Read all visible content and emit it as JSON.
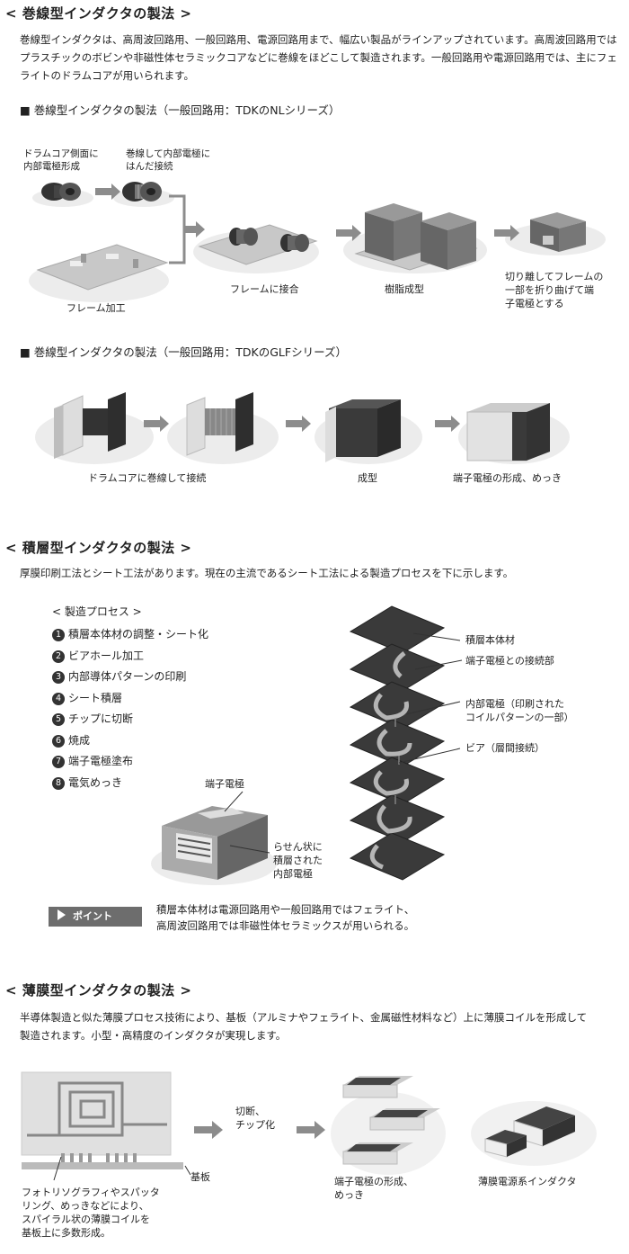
{
  "section1": {
    "heading": "< 巻線型インダクタの製法 >",
    "intro": "巻線型インダクタは、高周波回路用、一般回路用、電源回路用まで、幅広い製品がラインアップされています。高周波回路用ではプラスチックのボビンや非磁性体セラミックコアなどに巻線をほどこして製造されます。一般回路用や電源回路用では、主にフェライトのドラムコアが用いられます。",
    "nl": {
      "title": "■ 巻線型インダクタの製法（一般回路用：TDKのNLシリーズ）",
      "label_drum": "ドラムコア側面に\n内部電極形成",
      "label_wind": "巻線して内部電極に\nはんだ接続",
      "label_frame": "フレーム加工",
      "label_join": "フレームに接合",
      "label_mold": "樹脂成型",
      "label_cut": "切り離してフレームの\n一部を折り曲げて端\n子電極とする"
    },
    "glf": {
      "title": "■ 巻線型インダクタの製法（一般回路用：TDKのGLFシリーズ）",
      "label_wind": "ドラムコアに巻線して接続",
      "label_mold": "成型",
      "label_term": "端子電極の形成、めっき"
    }
  },
  "section2": {
    "heading": "< 積層型インダクタの製法 >",
    "intro": "厚膜印刷工法とシート工法があります。現在の主流であるシート工法による製造プロセスを下に示します。",
    "process_title": "< 製造プロセス >",
    "steps": [
      {
        "num": "1",
        "text": "積層本体材の調整・シート化"
      },
      {
        "num": "2",
        "text": "ビアホール加工"
      },
      {
        "num": "3",
        "text": "内部導体パターンの印刷"
      },
      {
        "num": "4",
        "text": "シート積層"
      },
      {
        "num": "5",
        "text": "チップに切断"
      },
      {
        "num": "6",
        "text": "焼成"
      },
      {
        "num": "7",
        "text": "端子電極塗布"
      },
      {
        "num": "8",
        "text": "電気めっき"
      }
    ],
    "label_terminal": "端子電極",
    "label_spiral": "らせん状に\n積層された\n内部電極",
    "label_body": "積層本体材",
    "label_conn": "端子電極との接続部",
    "label_inner": "内部電極（印刷された\nコイルパターンの一部）",
    "label_via": "ビア（層間接続）",
    "point_label": "ポイント",
    "point_text": "積層本体材は電源回路用や一般回路用ではフェライト、\n高周波回路用では非磁性体セラミックスが用いられる。"
  },
  "section3": {
    "heading": "< 薄膜型インダクタの製法 >",
    "intro": "半導体製造と似た薄膜プロセス技術により、基板（アルミナやフェライト、金属磁性材料など）上に薄膜コイルを形成して製造されます。小型・高精度のインダクタが実現します。",
    "label_cut": "切断、\nチップ化",
    "label_substrate": "基板",
    "label_photo": "フォトリソグラフィやスパッタ\nリング、めっきなどにより、\nスパイラル状の薄膜コイルを\n基板上に多数形成。",
    "label_term": "端子電極の形成、\nめっき",
    "label_product": "薄膜電源系インダクタ"
  },
  "colors": {
    "text": "#222222",
    "arrow": "#8c8c8c",
    "frame": "#c8c8c8",
    "dark_block": "#555555",
    "shadow": "#ececec"
  }
}
